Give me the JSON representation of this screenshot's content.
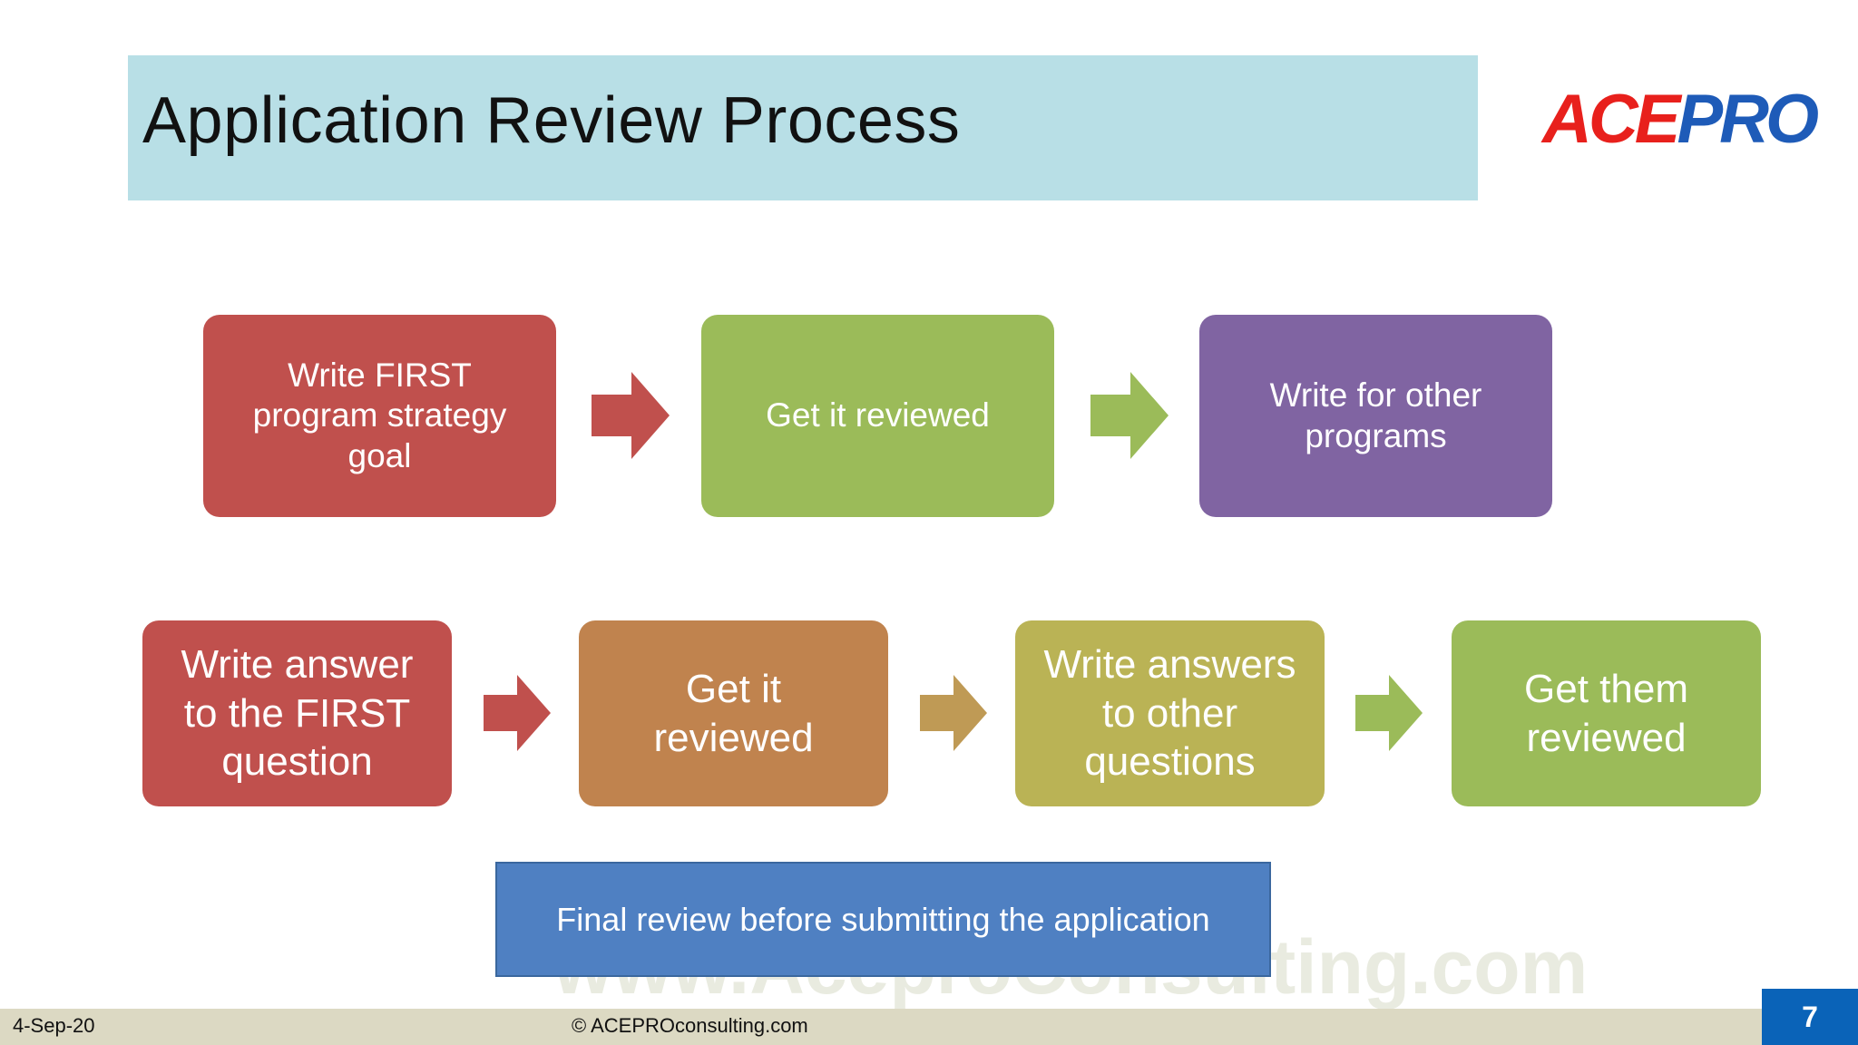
{
  "slide": {
    "title": "Application Review Process",
    "logo": {
      "part1": "ACE",
      "part2": "PRO"
    }
  },
  "row1": [
    {
      "label": "Write FIRST program strategy goal",
      "color": "#c0504d"
    },
    {
      "label": "Get it reviewed",
      "color": "#9bbb59"
    },
    {
      "label": "Write for other programs",
      "color": "#8064a2"
    }
  ],
  "row1_arrows": [
    {
      "color": "#c0504d"
    },
    {
      "color": "#9bbb59"
    }
  ],
  "row2": [
    {
      "label": "Write answer to the FIRST question",
      "color": "#c0504d"
    },
    {
      "label": "Get it reviewed",
      "color": "#c0834e"
    },
    {
      "label": "Write answers to other questions",
      "color": "#bab355"
    },
    {
      "label": "Get them reviewed",
      "color": "#9bbb59"
    }
  ],
  "row2_arrows": [
    {
      "color": "#c0504d"
    },
    {
      "color": "#bf9a55"
    },
    {
      "color": "#9bbb59"
    }
  ],
  "final": {
    "label": "Final review before submitting the application"
  },
  "watermark": "www.AceproConsulting.com",
  "footer": {
    "date": "4-Sep-20",
    "copyright": "© ACEPROconsulting.com",
    "page_number": "7"
  }
}
